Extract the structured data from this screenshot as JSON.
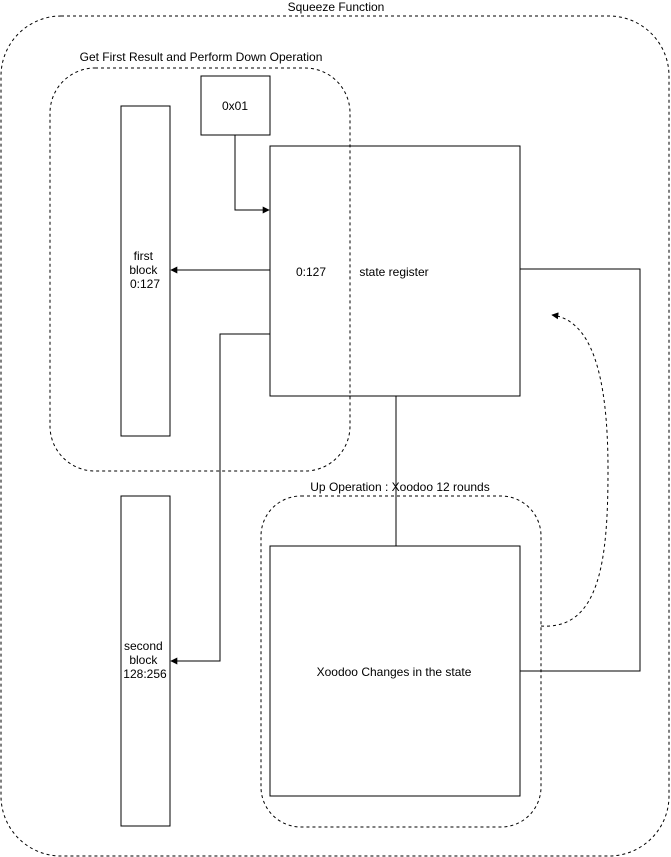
{
  "groups": {
    "squeeze": {
      "label": "Squeeze Function"
    },
    "down": {
      "label": "Get First Result and Perform Down Operation"
    },
    "up": {
      "label": "Up Operation : Xoodoo 12 rounds"
    }
  },
  "nodes": {
    "const": {
      "label": "0x01"
    },
    "first_block": {
      "lines": [
        "first",
        "block",
        "0:127"
      ]
    },
    "second_block": {
      "lines": [
        "second",
        "block",
        "128:256"
      ]
    },
    "state_register": {
      "label": "state register",
      "range_label": "0:127"
    },
    "xoodoo": {
      "label": "Xoodoo Changes in the state"
    }
  },
  "style": {
    "stroke": "#000000",
    "background": "#ffffff"
  }
}
